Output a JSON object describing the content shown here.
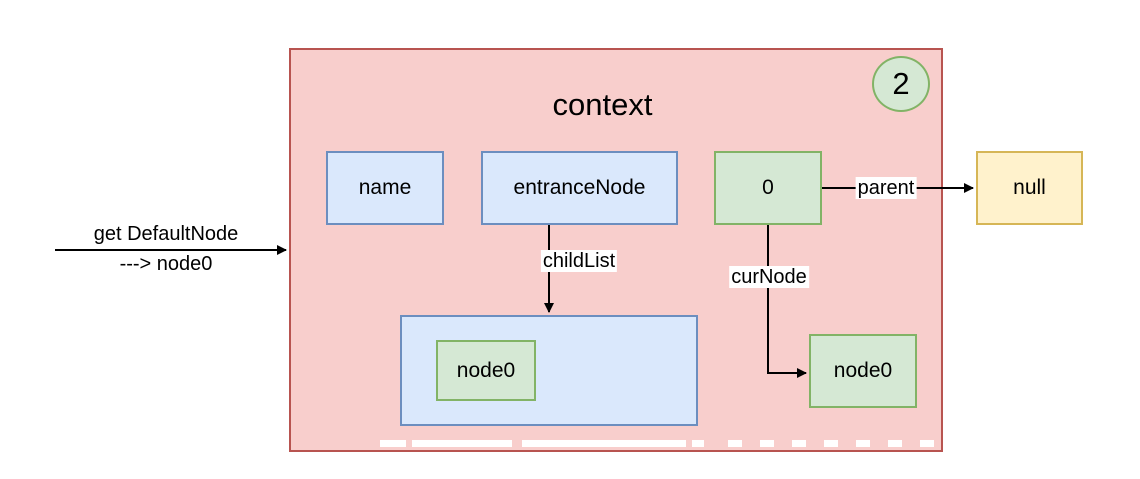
{
  "context": {
    "title": "context",
    "step_badge": "2"
  },
  "nodes": {
    "name": "name",
    "entrance_node": "entranceNode",
    "cur_node_value": "0",
    "null_node": "null",
    "child_node": "node0",
    "cur_node_target": "node0"
  },
  "edges": {
    "incoming_line1": "get DefaultNode",
    "incoming_line2": "---> node0",
    "child_list": "childList",
    "parent": "parent",
    "cur_node": "curNode"
  },
  "colors": {
    "context_fill": "#f8cecc",
    "context_stroke": "#b85450",
    "blue_fill": "#dae8fc",
    "blue_stroke": "#6c8ebf",
    "green_fill": "#d5e8d4",
    "green_stroke": "#82b366",
    "yellow_fill": "#fff2cc",
    "yellow_stroke": "#d6b656"
  }
}
